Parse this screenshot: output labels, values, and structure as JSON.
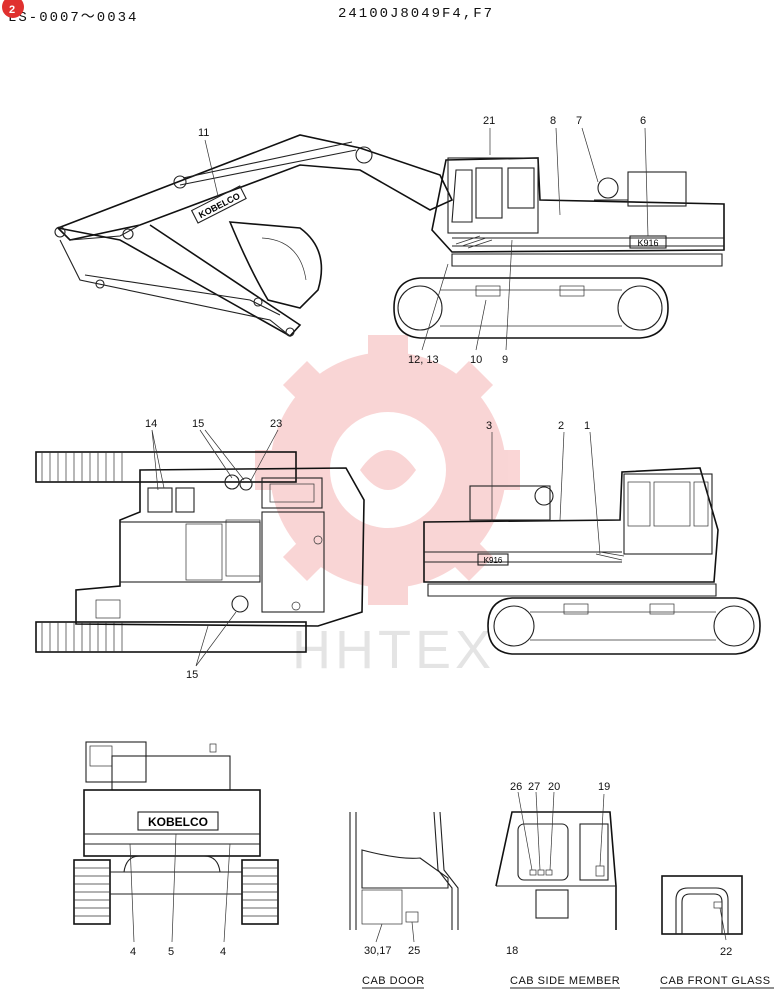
{
  "header": {
    "part_range": "LS-0007～0034",
    "part_number": "24100J8049F4,F7",
    "badge": "2"
  },
  "decals": {
    "boom_brand": "KOBELCO",
    "model_side": "K916",
    "model_side_rear": "K916",
    "counterweight_brand": "KOBELCO"
  },
  "callouts": {
    "side_view": [
      "11",
      "21",
      "8",
      "7",
      "6",
      "12, 13",
      "10",
      "9"
    ],
    "top_view": [
      "14",
      "15",
      "23",
      "15"
    ],
    "right_view": [
      "3",
      "2",
      "1"
    ],
    "rear_view": [
      "4",
      "5",
      "4"
    ],
    "cab_door": [
      "30,17",
      "25"
    ],
    "cab_side": [
      "26",
      "27",
      "20",
      "19",
      "18"
    ],
    "cab_front": [
      "22"
    ]
  },
  "captions": {
    "cab_door": "CAB DOOR",
    "cab_side_member": "CAB SIDE MEMBER",
    "cab_front_glass": "CAB FRONT GLASS"
  },
  "watermark": {
    "text": "HHTEX",
    "color": "#f3b6b6"
  }
}
